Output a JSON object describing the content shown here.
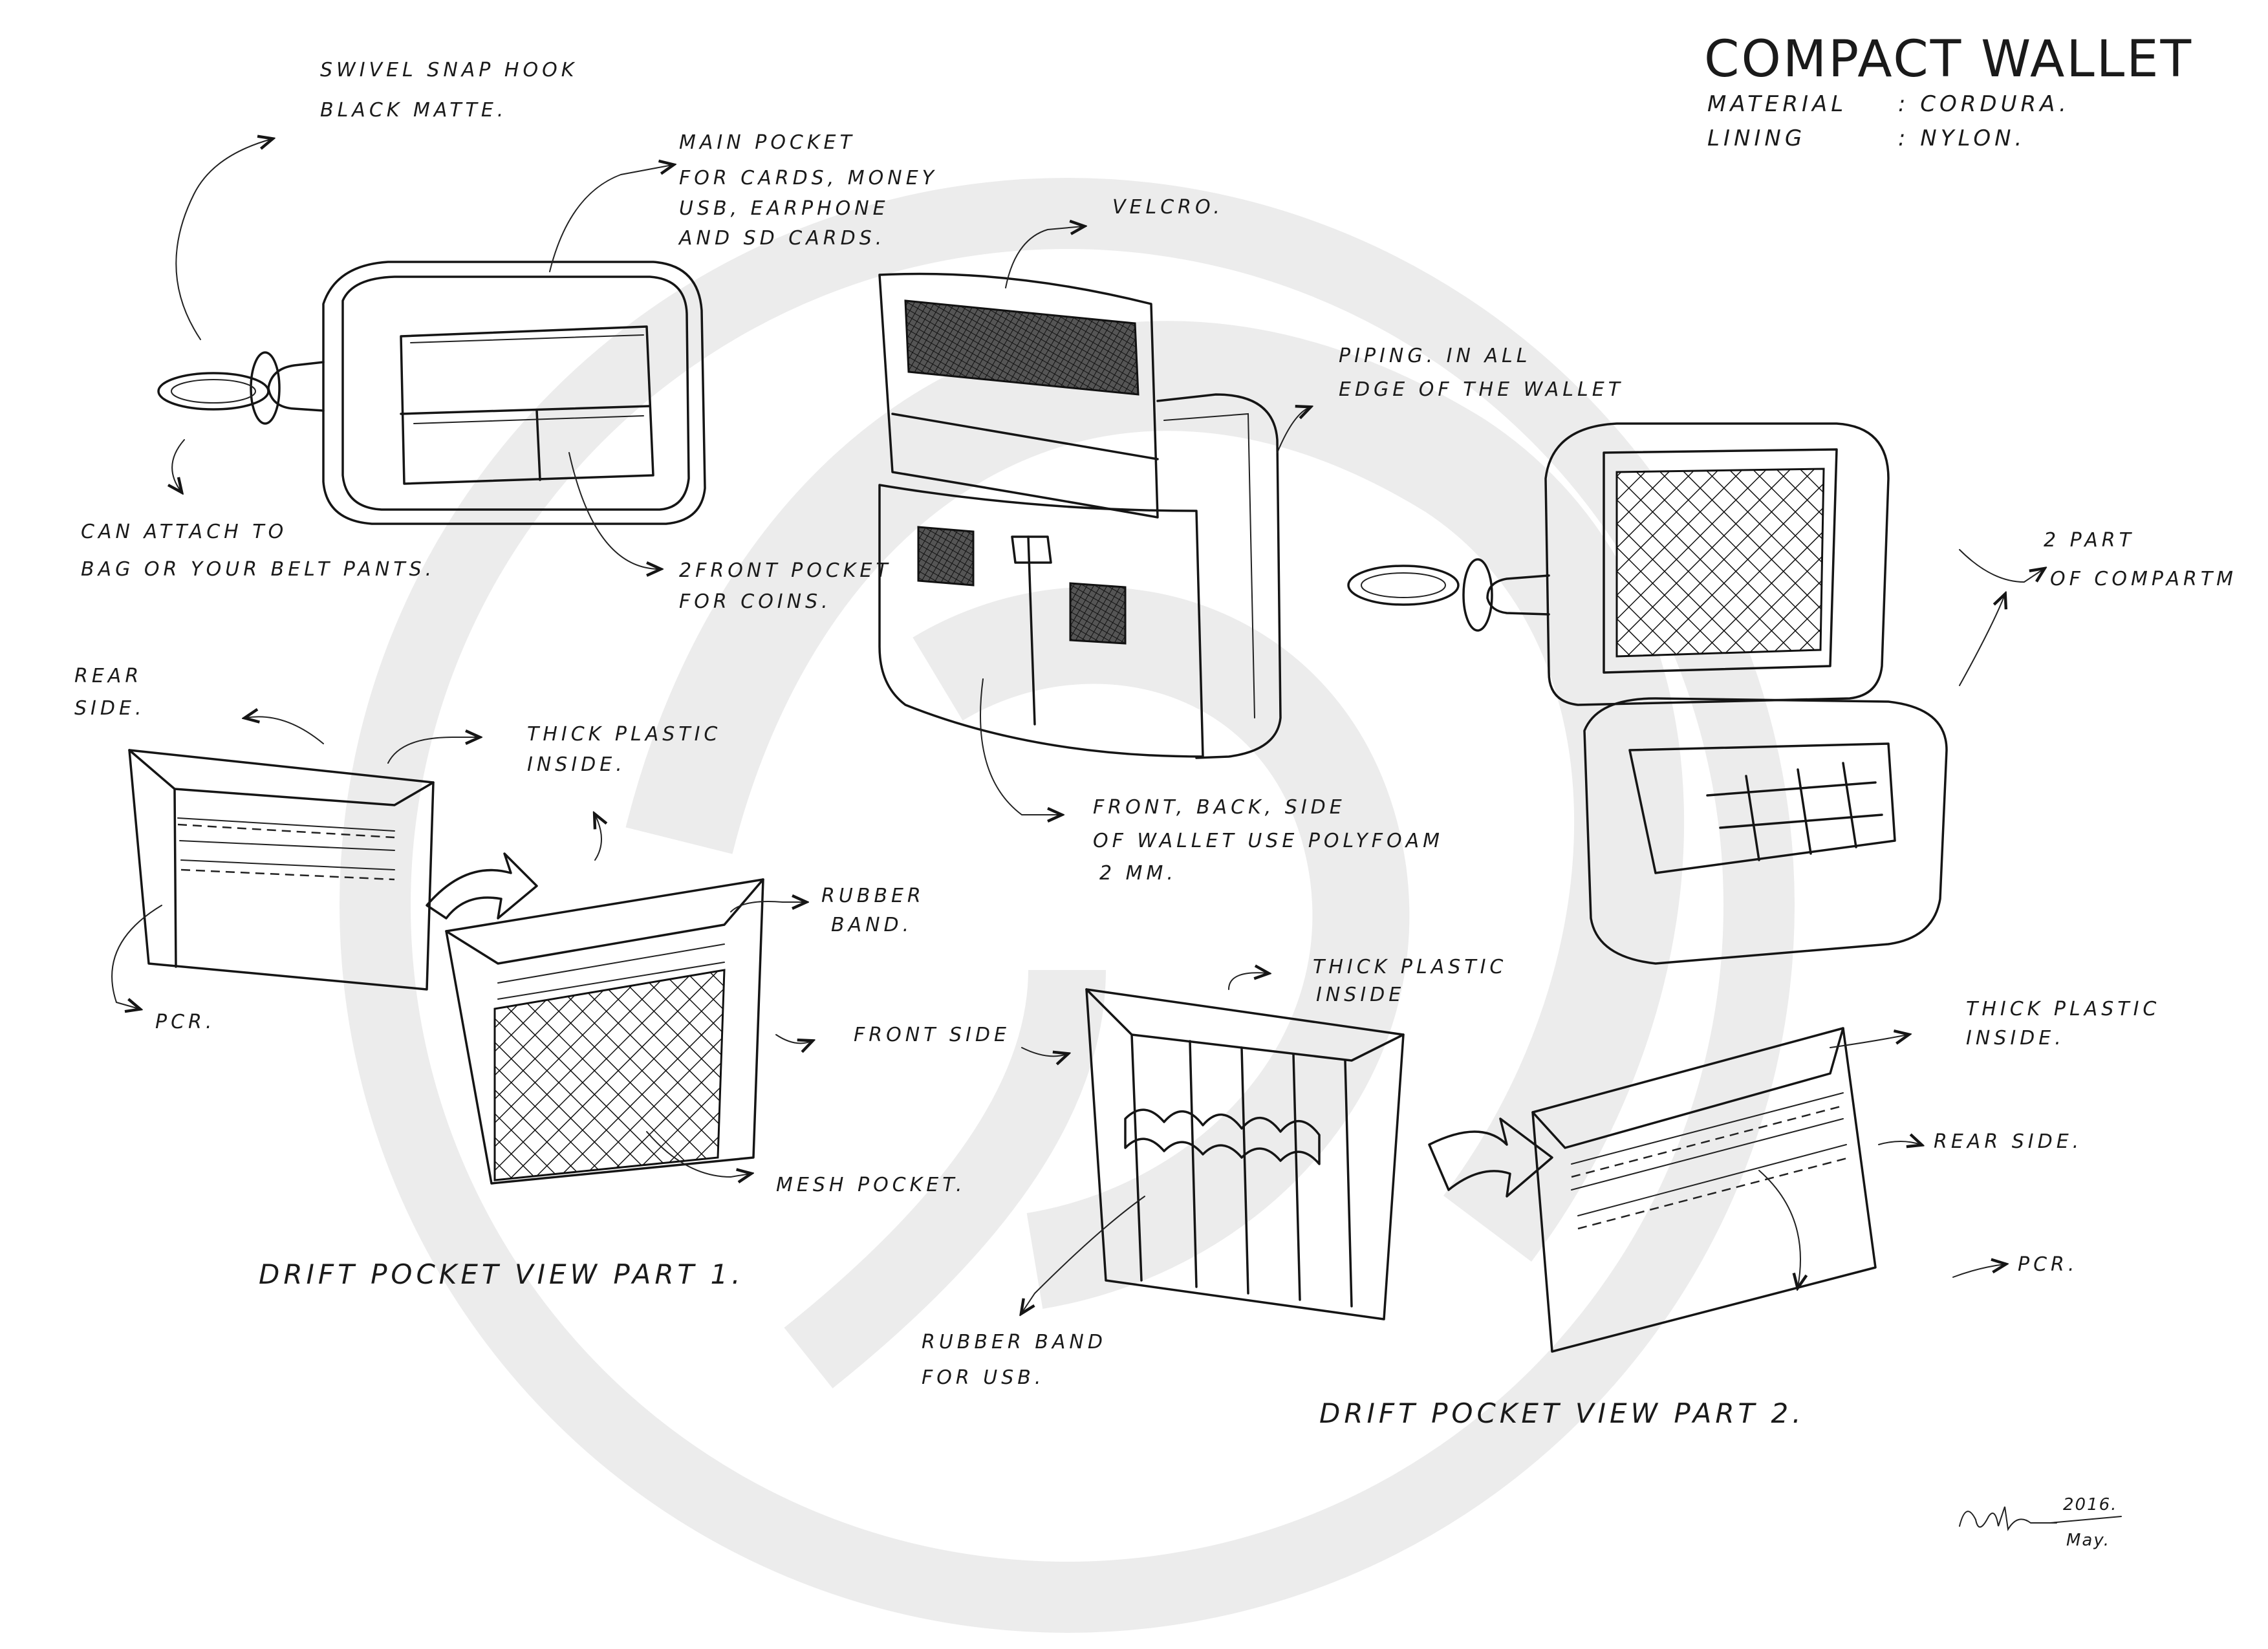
{
  "title": "COMPACT WALLET",
  "specs": [
    {
      "label": "MATERIAL",
      "value": ": CORDURA."
    },
    {
      "label": "LINING",
      "value": ": NYLON."
    }
  ],
  "annotations": {
    "swivel_1": "SWIVEL SNAP HOOK",
    "swivel_2": "BLACK MATTE.",
    "main_pocket_1": "MAIN POCKET",
    "main_pocket_2": "FOR CARDS, MONEY",
    "main_pocket_3": "USB, EARPHONE",
    "main_pocket_4": "AND SD CARDS.",
    "attach_1": "CAN ATTACH TO",
    "attach_2": "BAG OR YOUR BELT PANTS.",
    "front_pocket_1": "2FRONT POCKET",
    "front_pocket_2": "FOR COINS.",
    "velcro": "VELCRO.",
    "piping_1": "PIPING. IN ALL",
    "piping_2": "EDGE OF THE WALLET",
    "polyfoam_1": "FRONT, BACK, SIDE",
    "polyfoam_2": "OF WALLET  USE  POLYFOAM",
    "polyfoam_3": "2 MM.",
    "compartment_1": "2 PART",
    "compartment_2": "OF COMPARTM",
    "rear_side_left_1": "REAR",
    "rear_side_left_2": "SIDE.",
    "thick_plastic_left_1": "THICK PLASTIC",
    "thick_plastic_left_2": "INSIDE.",
    "rubber_band_1": "RUBBER",
    "rubber_band_2": "BAND.",
    "pcr_left": "PCR.",
    "front_side": "FRONT SIDE",
    "mesh_pocket": "MESH POCKET.",
    "thick_plastic_mid_1": "THICK PLASTIC",
    "thick_plastic_mid_2": "INSIDE",
    "thick_plastic_right_1": "THICK PLASTIC",
    "thick_plastic_right_2": "INSIDE.",
    "rear_side_right": "REAR SIDE.",
    "pcr_right": "PCR.",
    "rubber_usb_1": "RUBBER BAND",
    "rubber_usb_2": "FOR USB."
  },
  "captions": {
    "part1": "DRIFT POCKET VIEW  PART 1.",
    "part2": "DRIFT POCKET VIEW  PART 2."
  },
  "signature": {
    "year": "2016.",
    "month": "May."
  }
}
